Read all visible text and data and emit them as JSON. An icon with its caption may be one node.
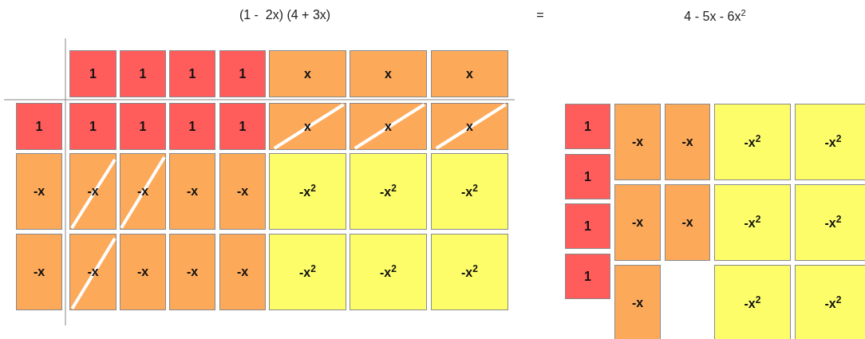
{
  "diagram": {
    "nodes": [
      {
        "text": [
          "1"
        ]
      },
      {
        "text": [
          "1"
        ]
      },
      {
        "text": [
          "1"
        ]
      },
      {
        "text": [
          "1"
        ]
      },
      {
        "text": [
          "x"
        ]
      },
      {
        "text": [
          "x"
        ]
      },
      {
        "text": [
          "x"
        ]
      },
      {
        "text": [
          "1"
        ]
      },
      {
        "text": [
          "1"
        ]
      },
      {
        "text": [
          "1"
        ]
      },
      {
        "text": [
          "1"
        ]
      },
      {
        "text": [
          "1"
        ]
      },
      {
        "text": [
          "x"
        ]
      },
      {
        "text": [
          "x"
        ]
      },
      {
        "text": [
          "x"
        ]
      },
      {
        "text": [
          "-x"
        ]
      },
      {
        "text": [
          "-x"
        ]
      },
      {
        "text": [
          "-x"
        ]
      },
      {
        "text": [
          "-x"
        ]
      },
      {
        "text": [
          "-x"
        ]
      },
      {
        "text": [
          "-x$^{2}$"
        ]
      },
      {
        "text": [
          "-x$^{2}$"
        ]
      },
      {
        "text": [
          "-x$^{2}$"
        ]
      },
      {
        "text": [
          "-x"
        ]
      },
      {
        "text": [
          "-x"
        ]
      },
      {
        "text": [
          "-x"
        ]
      },
      {
        "text": [
          "-x"
        ]
      },
      {
        "text": [
          "-x"
        ]
      },
      {
        "text": [
          "-x$^{2}$"
        ]
      },
      {
        "text": [
          "-x$^{2}$"
        ]
      },
      {
        "text": [
          "-x$^{2}$"
        ]
      },
      {
        "text": [
          "1"
        ]
      },
      {
        "text": [
          "-x"
        ]
      },
      {
        "text": [
          "-x"
        ]
      },
      {
        "text": [
          "-x$^{2}$"
        ]
      },
      {
        "text": [
          "-x$^{2}$"
        ]
      },
      {
        "text": [
          "1"
        ]
      },
      {
        "text": [
          "-x"
        ]
      },
      {
        "text": [
          "-x"
        ]
      },
      {
        "text": [
          "-x$^{2}$"
        ]
      },
      {
        "text": [
          "-x$^{2}$"
        ]
      },
      {
        "text": [
          "1"
        ]
      },
      {
        "text": [
          "1"
        ]
      },
      {
        "text": [
          "-x"
        ]
      },
      {
        "text": [
          "-x$^{2}$"
        ]
      },
      {
        "text": [
          "-x$^{2}$"
        ]
      }
    ],
    "labels": [
      "(1 -  2x) (4 + 3x)",
      "=",
      "4 - 5x - 6x$^{2}$"
    ]
  }
}
